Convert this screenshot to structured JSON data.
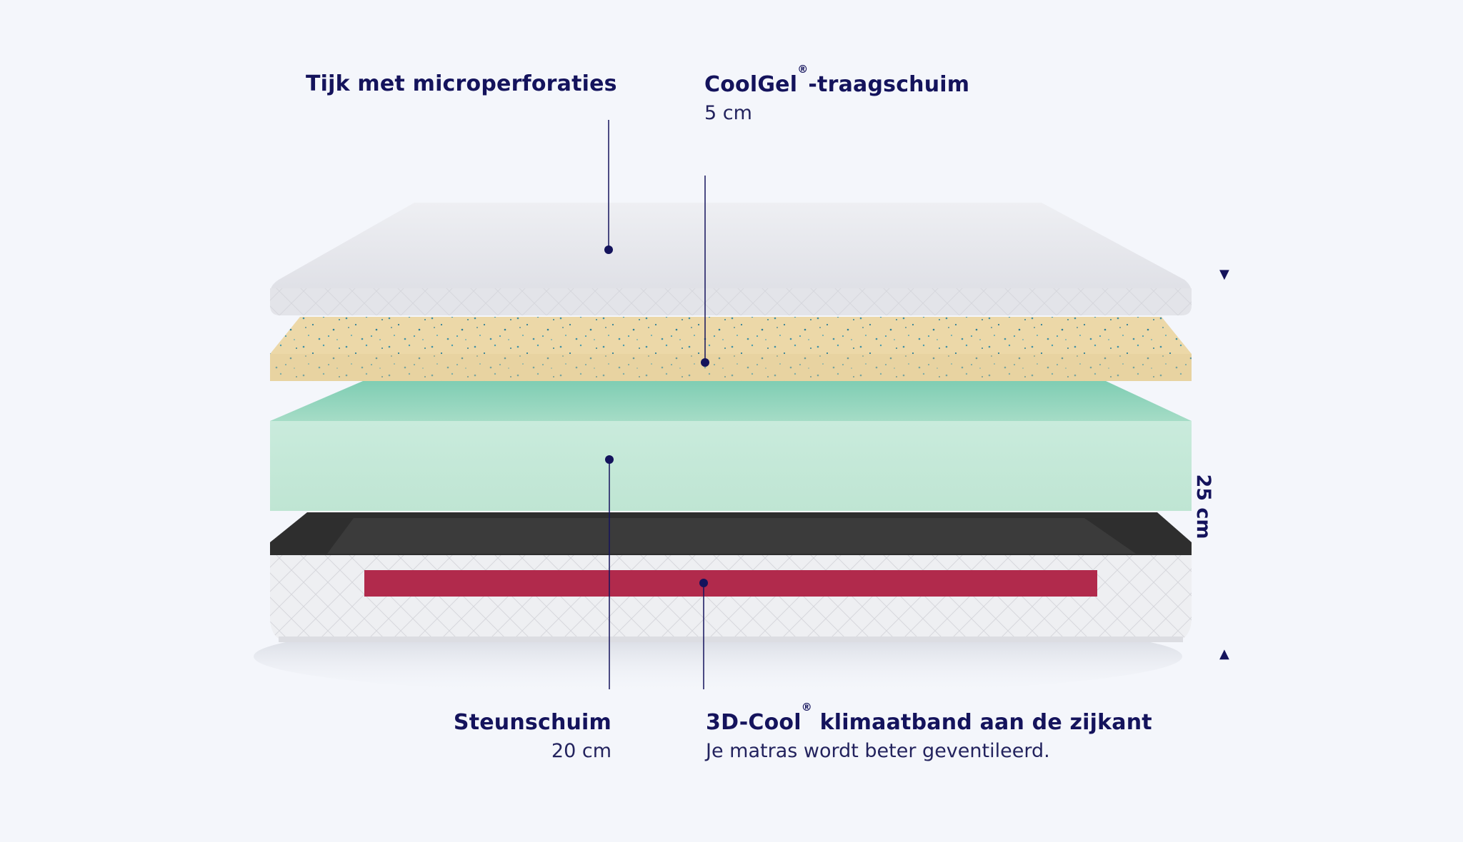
{
  "layers": {
    "cover": {
      "title": "Tijk met microperforaties"
    },
    "coolgel": {
      "title_main": "CoolGel",
      "title_sup": "®",
      "title_rest": "-traagschuim",
      "thickness": "5 cm"
    },
    "support": {
      "title": "Steunschuim",
      "thickness": "20 cm"
    },
    "band": {
      "title_main": "3D-Cool",
      "title_sup": "®",
      "title_rest": " klimaatband aan de zijkant",
      "description": "Je matras wordt beter geventileerd."
    }
  },
  "total_height": "25 cm",
  "colors": {
    "accent": "#14135c",
    "cover": "#e6e7ec",
    "coolgel": "#ecd8a8",
    "support_foam": "#c4e8d8",
    "base_top": "#3a3a3a",
    "climate_band": "#b12a4c"
  }
}
